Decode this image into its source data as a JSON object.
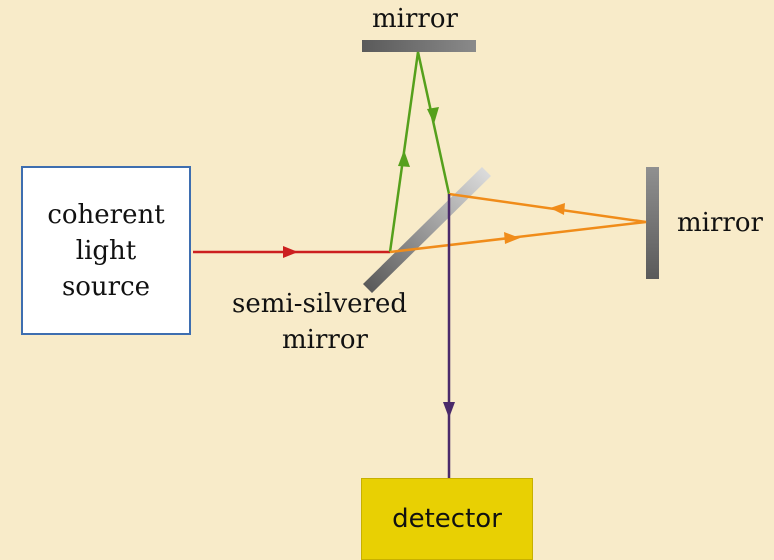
{
  "labels": {
    "mirror_top": "mirror",
    "mirror_right": "mirror",
    "semi_line1": "semi-silvered",
    "semi_line2": "mirror"
  },
  "source": {
    "line1": "coherent",
    "line2": "light",
    "line3": "source"
  },
  "detector": {
    "label": "detector"
  },
  "colors": {
    "background": "#f8ebc9",
    "source_beam": "#cc1f1f",
    "vertical_arm": "#55a01c",
    "horizontal_arm": "#f08c1a",
    "output_beam": "#4a2a6a",
    "source_border": "#3e6eb0",
    "detector_fill": "#e8d003"
  }
}
